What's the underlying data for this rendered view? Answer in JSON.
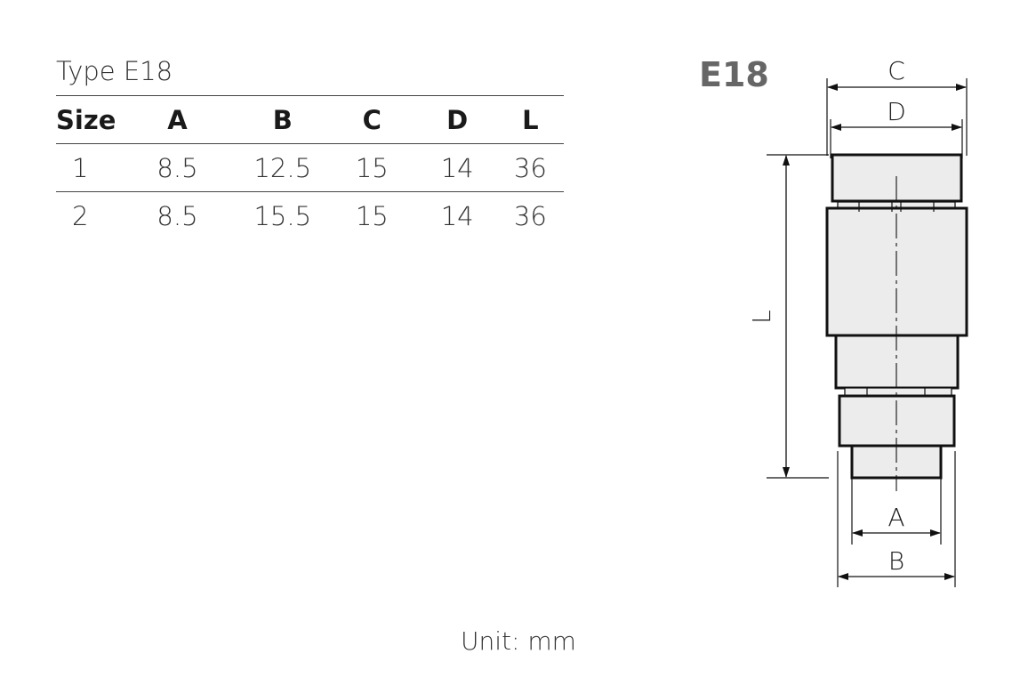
{
  "table": {
    "title": "Type E18",
    "headers": [
      "Size",
      "A",
      "B",
      "C",
      "D",
      "L"
    ],
    "rows": [
      [
        "1",
        "8.5",
        "12.5",
        "15",
        "14",
        "36"
      ],
      [
        "2",
        "8.5",
        "15.5",
        "15",
        "14",
        "36"
      ]
    ]
  },
  "drawing": {
    "model_label": "E18",
    "dimension_labels": {
      "c": "C",
      "d": "D",
      "l": "L",
      "a": "A",
      "b": "B"
    }
  },
  "unit_label": "Unit: mm",
  "colors": {
    "part_fill": "#ececec",
    "outline": "#111111",
    "text": "#333333"
  }
}
